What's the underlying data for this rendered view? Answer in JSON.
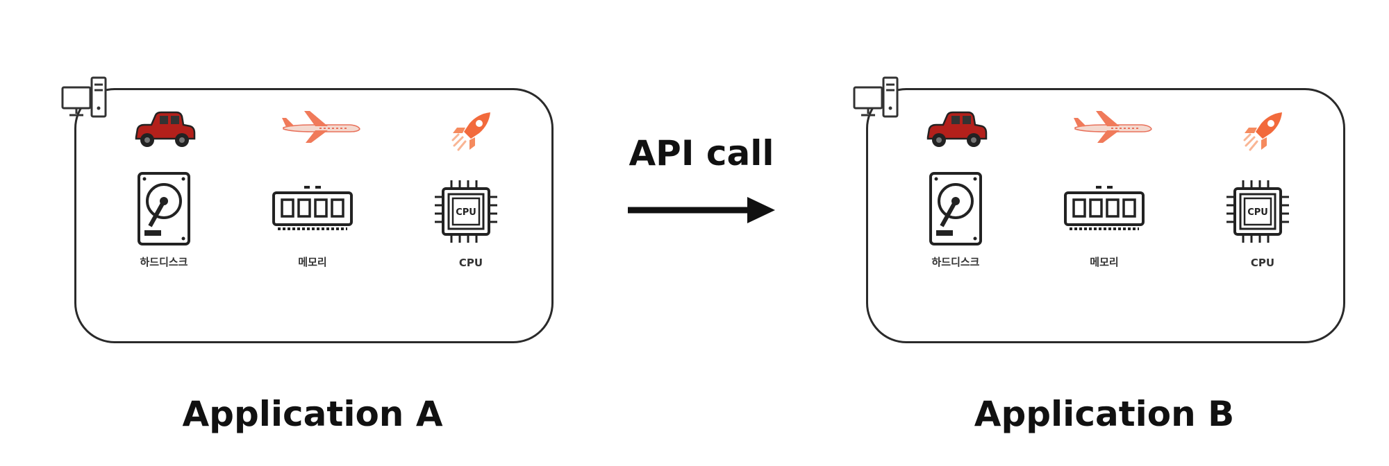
{
  "diagram": {
    "arrow_label": "API call",
    "applications": [
      {
        "title": "Application A",
        "parts": {
          "hdd": "하드디스크",
          "memory": "메모리",
          "cpu": "CPU",
          "cpu_chip_text": "CPU"
        }
      },
      {
        "title": "Application B",
        "parts": {
          "hdd": "하드디스크",
          "memory": "메모리",
          "cpu": "CPU",
          "cpu_chip_text": "CPU"
        }
      }
    ],
    "icons": [
      "computer-icon",
      "car-icon",
      "airplane-icon",
      "rocket-icon",
      "hard-disk-icon",
      "memory-icon",
      "cpu-icon",
      "arrow-right-icon"
    ],
    "colors": {
      "car": "#b3201b",
      "plane": "#f07a5a",
      "rocket": "#f26a3c",
      "stroke": "#2a2a2a"
    }
  }
}
